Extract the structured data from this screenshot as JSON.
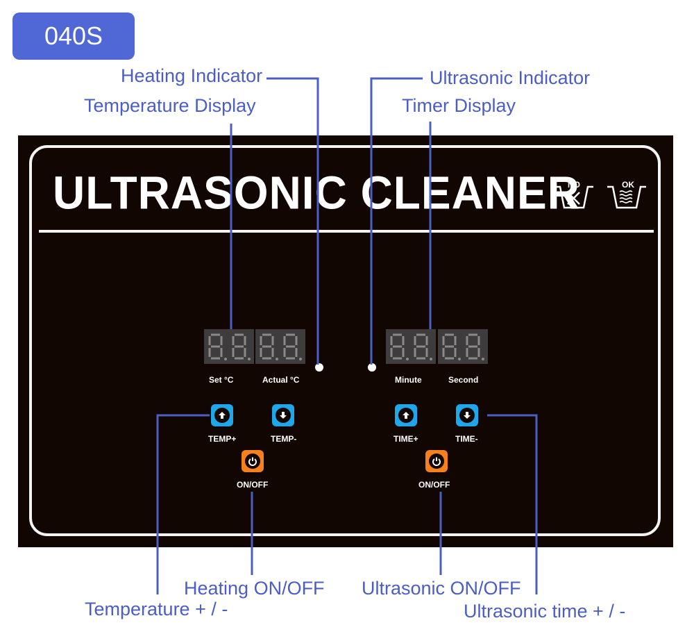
{
  "model_badge": "040S",
  "panel": {
    "title": "ULTRASONIC CLEANER",
    "symbols": [
      {
        "label": "NO",
        "icon": "dry-bowl-crossed-icon"
      },
      {
        "label": "OK",
        "icon": "water-filled-bowl-icon"
      }
    ],
    "temperature_display": {
      "digits": [
        "8.",
        "8.",
        "8.",
        "8."
      ],
      "labels": {
        "set": "Set  °C",
        "actual": "Actual °C"
      }
    },
    "timer_display": {
      "digits": [
        "8.",
        "8.",
        "8.",
        "8."
      ],
      "labels": {
        "minute": "Minute",
        "second": "Second"
      }
    },
    "buttons": {
      "temp_plus": {
        "label": "TEMP+",
        "icon": "arrow-up-icon"
      },
      "temp_minus": {
        "label": "TEMP-",
        "icon": "arrow-down-icon"
      },
      "heat_power": {
        "label": "ON/OFF",
        "icon": "power-icon"
      },
      "time_plus": {
        "label": "TIME+",
        "icon": "arrow-up-icon"
      },
      "time_minus": {
        "label": "TIME-",
        "icon": "arrow-down-icon"
      },
      "ultrasonic_power": {
        "label": "ON/OFF",
        "icon": "power-icon"
      }
    }
  },
  "callouts": {
    "heating_indicator": "Heating Indicator",
    "temperature_display": "Temperature Display",
    "ultrasonic_indicator": "Ultrasonic Indicator",
    "timer_display": "Timer Display",
    "heating_onoff": "Heating ON/OFF",
    "temperature_plus_minus": "Temperature + / -",
    "ultrasonic_onoff": "Ultrasonic ON/OFF",
    "ultrasonic_time_plus_minus": "Ultrasonic time + / -"
  },
  "colors": {
    "accent_blue": "#5068d6",
    "callout_text": "#4a5ec4",
    "panel_bg": "#120603",
    "button_blue": "#1ea7ea",
    "button_orange": "#f5811e"
  }
}
